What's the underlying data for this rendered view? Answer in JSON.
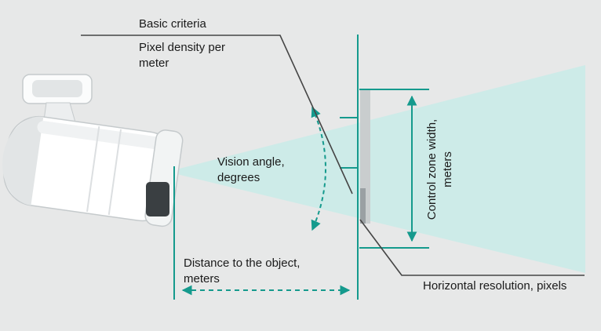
{
  "labels": {
    "basic_criteria": "Basic criteria",
    "pixel_density_per_meter": "Pixel density per meter",
    "vision_angle_degrees": "Vision angle, degrees",
    "control_zone_width_meters": "Control zone width, meters",
    "distance_to_object_meters": "Distance to the object, meters",
    "horizontal_resolution_pixels": "Horizontal resolution, pixels"
  },
  "colors": {
    "background": "#e7e8e8",
    "vision_cone": "#cdebe8",
    "teal_line": "#159a8d",
    "annotation_line": "#454545",
    "text": "#1a1a1a",
    "camera_body": "#ffffff",
    "camera_shade": "#e2e5e6",
    "camera_outline": "#c5cacc",
    "lens": "#3a3f42",
    "target_bar": "#c9cdce",
    "target_bar_dark": "#9aa0a3"
  }
}
